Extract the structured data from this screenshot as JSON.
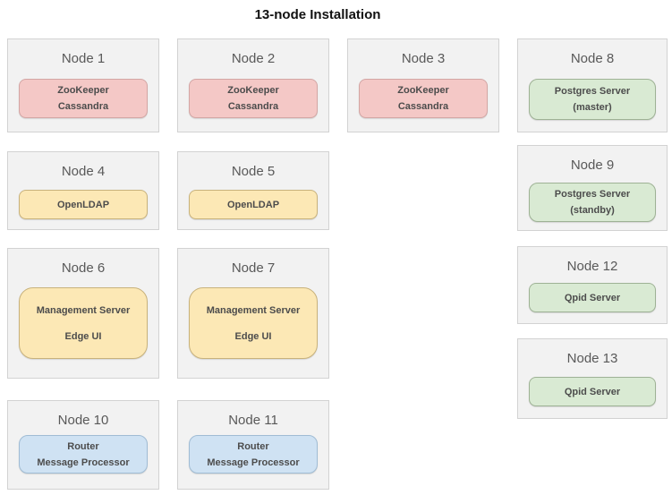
{
  "title": "13-node Installation",
  "colors": {
    "node_background": "#f2f2f2",
    "node_border": "#d2d2d2",
    "node_title_text": "#595959",
    "service_text": "#4c4c4c",
    "pink_fill": "#f4c8c6",
    "yellow_fill": "#fce8b5",
    "green_fill": "#d9ead3",
    "blue_fill": "#cfe2f3"
  },
  "nodes": [
    {
      "title": "Node 1",
      "color": "pink",
      "services": [
        "ZooKeeper",
        "Cassandra"
      ]
    },
    {
      "title": "Node 2",
      "color": "pink",
      "services": [
        "ZooKeeper",
        "Cassandra"
      ]
    },
    {
      "title": "Node 3",
      "color": "pink",
      "services": [
        "ZooKeeper",
        "Cassandra"
      ]
    },
    {
      "title": "Node 4",
      "color": "yellow",
      "services": [
        "OpenLDAP"
      ]
    },
    {
      "title": "Node 5",
      "color": "yellow",
      "services": [
        "OpenLDAP"
      ]
    },
    {
      "title": "Node 6",
      "color": "yellow",
      "services": [
        "Management Server",
        "Edge UI"
      ]
    },
    {
      "title": "Node 7",
      "color": "yellow",
      "services": [
        "Management Server",
        "Edge UI"
      ]
    },
    {
      "title": "Node 8",
      "color": "green",
      "services": [
        "Postgres Server",
        "(master)"
      ]
    },
    {
      "title": "Node 9",
      "color": "green",
      "services": [
        "Postgres Server",
        "(standby)"
      ]
    },
    {
      "title": "Node 10",
      "color": "blue",
      "services": [
        "Router",
        "Message Processor"
      ]
    },
    {
      "title": "Node 11",
      "color": "blue",
      "services": [
        "Router",
        "Message Processor"
      ]
    },
    {
      "title": "Node 12",
      "color": "green",
      "services": [
        "Qpid Server"
      ]
    },
    {
      "title": "Node 13",
      "color": "green",
      "services": [
        "Qpid Server"
      ]
    }
  ]
}
